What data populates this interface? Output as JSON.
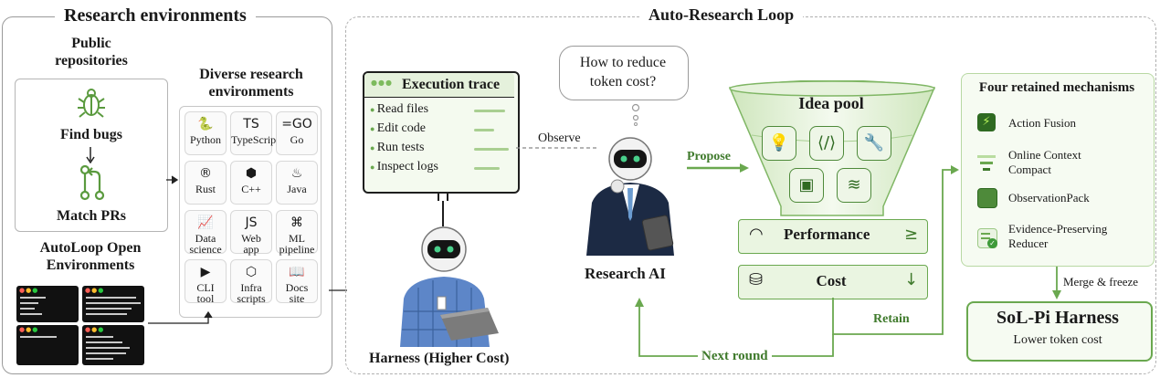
{
  "left": {
    "title": "Research environments",
    "public_repos": "Public\nrepositories",
    "find_bugs": "Find bugs",
    "match_prs": "Match PRs",
    "autoloop": "AutoLoop Open\nEnvironments",
    "diverse_title": "Diverse research\nenvironments",
    "langs": [
      {
        "icon": "🐍",
        "label": "Python"
      },
      {
        "icon": "TS",
        "label": "TypeScript"
      },
      {
        "icon": "=GO",
        "label": "Go"
      },
      {
        "icon": "®",
        "label": "Rust"
      },
      {
        "icon": "⬢",
        "label": "C++"
      },
      {
        "icon": "♨",
        "label": "Java"
      },
      {
        "icon": "📈",
        "label": "Data\nscience"
      },
      {
        "icon": "JS",
        "label": "Web\napp"
      },
      {
        "icon": "⌘",
        "label": "ML\npipeline"
      },
      {
        "icon": "▶",
        "label": "CLI\ntool"
      },
      {
        "icon": "⬡",
        "label": "Infra\nscripts"
      },
      {
        "icon": "📖",
        "label": "Docs\nsite"
      }
    ]
  },
  "right": {
    "title": "Auto-Research Loop",
    "trace_title": "Execution trace",
    "trace_items": [
      "Read files",
      "Edit code",
      "Run tests",
      "Inspect logs"
    ],
    "thought": "How to reduce\ntoken cost?",
    "observe": "Observe",
    "propose": "Propose",
    "research_ai": "Research AI",
    "harness": "Harness (Higher Cost)",
    "idea_pool": "Idea pool",
    "performance": "Performance",
    "performance_sym": "≥",
    "cost": "Cost",
    "cost_sym": "↓",
    "retain": "Retain",
    "next_round": "Next round",
    "mech_title": "Four retained mechanisms",
    "mechanisms": [
      "Action Fusion",
      "Online Context\nCompact",
      "ObservationPack",
      "Evidence-Preserving\nReducer"
    ],
    "merge": "Merge & freeze",
    "sol_title": "SoL-Pi Harness",
    "sol_sub": "Lower token cost"
  },
  "colors": {
    "accent": "#6aa84f",
    "dark_green": "#3f7a2c",
    "light_green": "#eef6e7"
  }
}
